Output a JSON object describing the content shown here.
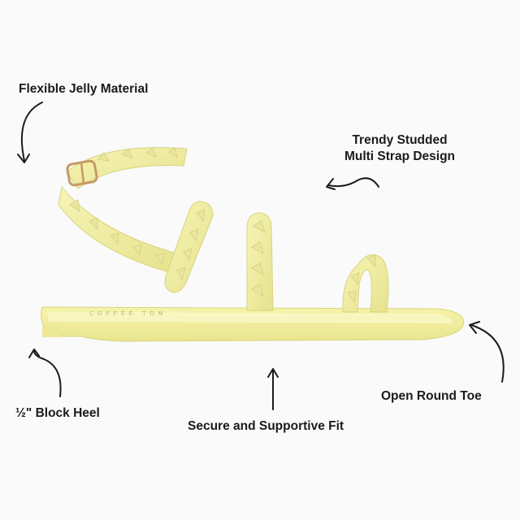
{
  "annotations": {
    "flexible": "Flexible Jelly Material",
    "trendy_line1": "Trendy Studded",
    "trendy_line2": "Multi Strap Design",
    "heel": "½\" Block Heel",
    "secure": "Secure and Supportive Fit",
    "toe": "Open Round Toe"
  },
  "product": {
    "insole_brand": "COFFEE  TOM",
    "color": "#f4f1a6",
    "shade_color": "#e4e08a",
    "buckle_color": "#c79a66"
  },
  "icons": {
    "arrows": "curved-arrow-icon"
  }
}
